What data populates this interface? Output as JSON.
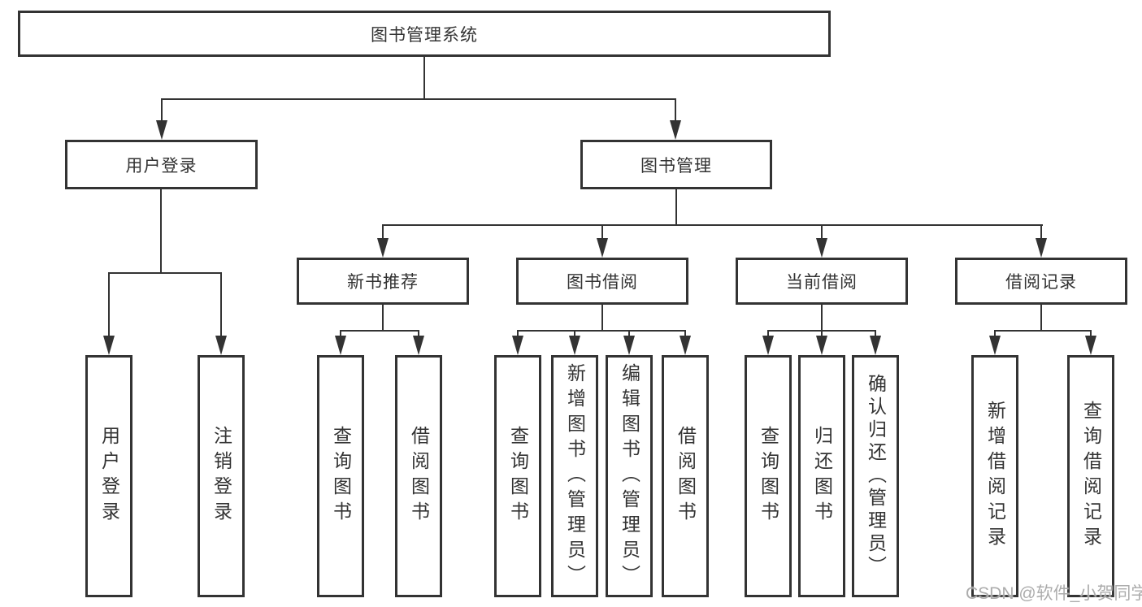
{
  "root": {
    "label": "图书管理系统"
  },
  "login": {
    "label": "用户登录",
    "children": [
      "用户登录",
      "注销登录"
    ]
  },
  "mgmt": {
    "label": "图书管理"
  },
  "modules": [
    {
      "label": "新书推荐",
      "children": [
        "查询图书",
        "借阅图书"
      ]
    },
    {
      "label": "图书借阅",
      "children": [
        "查询图书",
        "新增图书（管理员）",
        "编辑图书（管理员）",
        "借阅图书"
      ]
    },
    {
      "label": "当前借阅",
      "children": [
        "查询图书",
        "归还图书",
        "确认归还（管理员）"
      ]
    },
    {
      "label": "借阅记录",
      "children": [
        "新增借阅记录",
        "查询借阅记录"
      ]
    }
  ],
  "watermark": {
    "text": "CSDN @软件_小贺同学"
  },
  "colors": {
    "line": "#333333",
    "border": "#333333",
    "text": "#333333",
    "background": "#ffffff",
    "watermark": "#a8a8a8"
  }
}
